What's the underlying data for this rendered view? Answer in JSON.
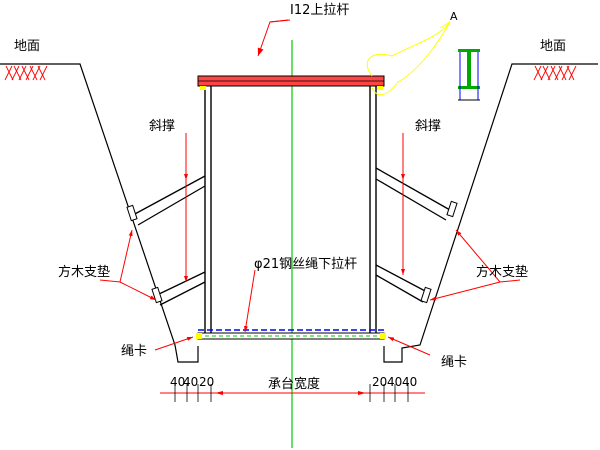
{
  "labels": {
    "top_tie_rod": "I12上拉杆",
    "ground_left": "地面",
    "ground_right": "地面",
    "strut_left": "斜撑",
    "strut_right": "斜撑",
    "timber_pad_left": "方木支垫",
    "timber_pad_right": "方木支垫",
    "bottom_tie": "φ21钢丝绳下拉杆",
    "clamp_left": "绳卡",
    "clamp_right": "绳卡",
    "detail_mark": "A",
    "base_width": "承台宽度"
  },
  "dimensions": {
    "left": [
      "40",
      "40",
      "20"
    ],
    "right": [
      "20",
      "40",
      "40"
    ]
  },
  "colors": {
    "line": "#000000",
    "leader": "#ff0000",
    "tie_rod": "#ff0000",
    "center_line": "#00cc00",
    "cable": "#0000ff",
    "detail": "#ffff00",
    "section_fill": "#00aa00",
    "hatch": "#ff0000"
  }
}
